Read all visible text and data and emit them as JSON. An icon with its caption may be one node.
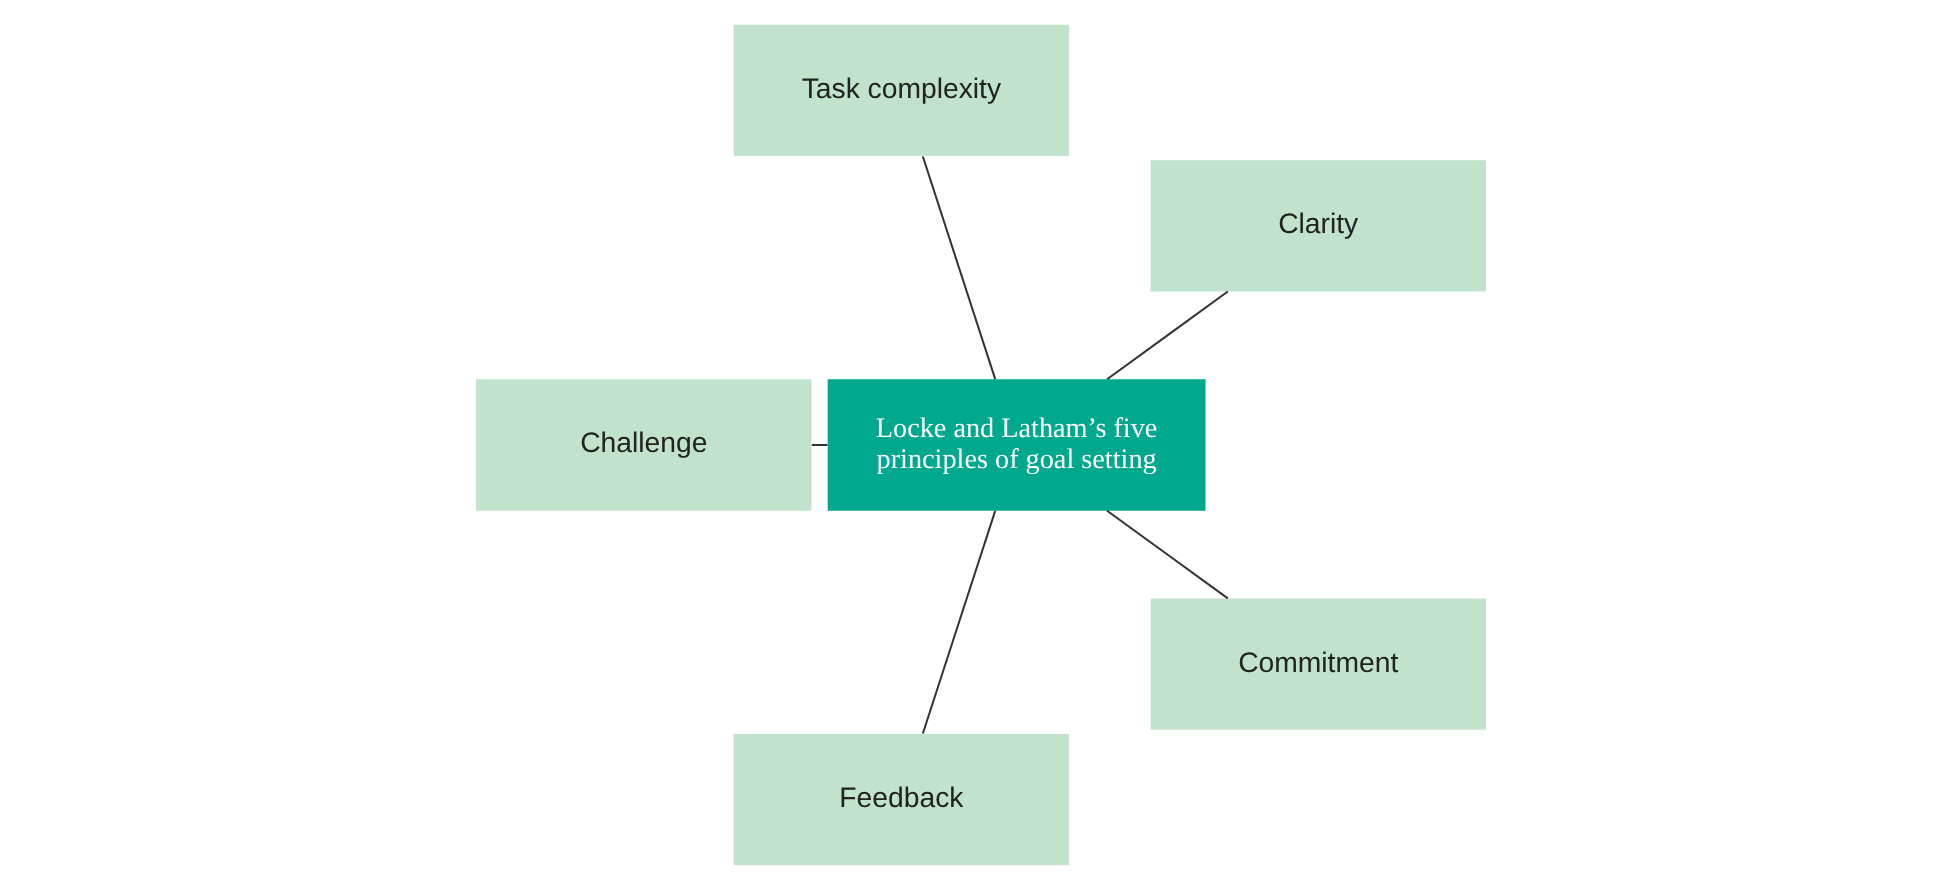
{
  "diagram": {
    "nodes": [
      {
        "text": [
          "Clarity"
        ]
      },
      {
        "text": [
          "Task complexity"
        ]
      },
      {
        "text": [
          "Locke and Latham’s five principles of goal setting"
        ]
      },
      {
        "text": [
          "Challenge"
        ]
      },
      {
        "text": [
          "Feedback"
        ]
      },
      {
        "text": [
          "Commitment"
        ]
      }
    ],
    "edges": [
      {
        "from": 2,
        "to": 0,
        "arrow": "none"
      },
      {
        "from": 2,
        "to": 1,
        "arrow": "none"
      },
      {
        "from": 2,
        "to": 3,
        "arrow": "none"
      },
      {
        "from": 2,
        "to": 4,
        "arrow": "none"
      },
      {
        "from": 2,
        "to": 5,
        "arrow": "none"
      }
    ]
  }
}
